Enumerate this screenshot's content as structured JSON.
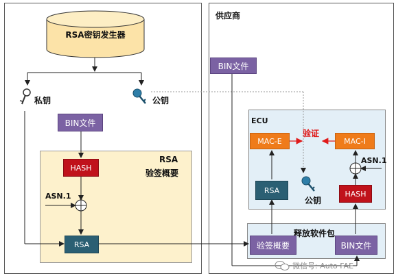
{
  "left_panel": {
    "generator_label": "RSA密钥发生器",
    "private_key_label": "私钥",
    "public_key_label": "公钥",
    "bin_file_label": "BIN文件",
    "rsa_block_title": "RSA",
    "rsa_block_subtitle": "验签概要",
    "hash_label": "HASH",
    "asn_label": "ASN.1",
    "rsa_label": "RSA"
  },
  "right_panel": {
    "title": "供应商",
    "bin_file_label": "BIN文件",
    "ecu_title": "ECU",
    "verify_label": "验证",
    "mac_e_label": "MAC-E",
    "mac_i_label": "MAC-I",
    "asn_label": "ASN.1",
    "rsa_label": "RSA",
    "public_key_label": "公钥",
    "hash_label": "HASH",
    "release_title": "释放软件包",
    "signature_digest_label": "验签概要",
    "release_bin_label": "BIN文件"
  },
  "watermark": "微信号: Auto FAE",
  "colors": {
    "purple": "#7b62a3",
    "red": "#c0121b",
    "teal": "#2b5f73",
    "orange": "#ef7b1a",
    "cream": "#fdf1cc",
    "ecu_bg": "#e3eff7"
  }
}
